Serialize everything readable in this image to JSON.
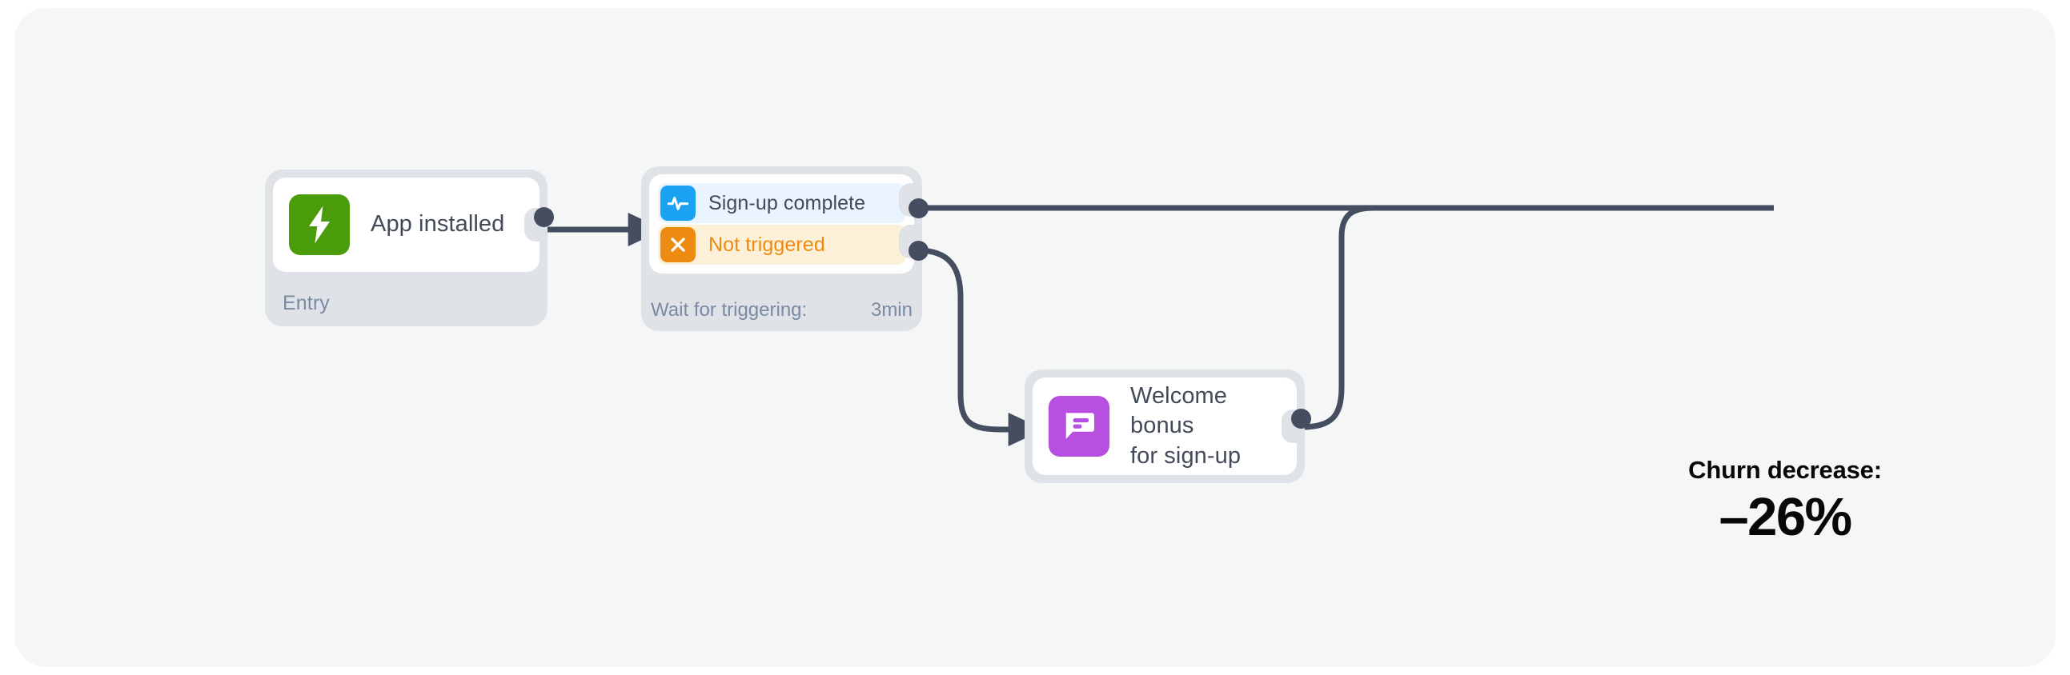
{
  "canvas": {
    "background_color": "#f5f6f6",
    "wire_color": "#454d60"
  },
  "nodes": [
    {
      "id": "entry",
      "title": "App installed",
      "icon": "lightning-bolt-icon",
      "icon_color": "#4b9c0b",
      "footer": "Entry"
    },
    {
      "id": "trigger",
      "branches": [
        {
          "label": "Sign-up complete",
          "icon": "pulse-activity-icon",
          "icon_color": "#1ba1f2",
          "row_color": "#eaf4fe",
          "text_color": "#434a58"
        },
        {
          "label": "Not triggered",
          "icon": "close-x-icon",
          "icon_color": "#ed8b10",
          "row_color": "#fdf0d9",
          "text_color": "#ed8b10"
        }
      ],
      "footer_label": "Wait for triggering:",
      "footer_value": "3min"
    },
    {
      "id": "bonus",
      "title_line1": "Welcome bonus",
      "title_line2": "for sign-up",
      "icon": "message-bubble-icon",
      "icon_color": "#b74fe0"
    }
  ],
  "metric": {
    "label": "Churn decrease:",
    "value": "–26%",
    "color": "#07080a"
  }
}
